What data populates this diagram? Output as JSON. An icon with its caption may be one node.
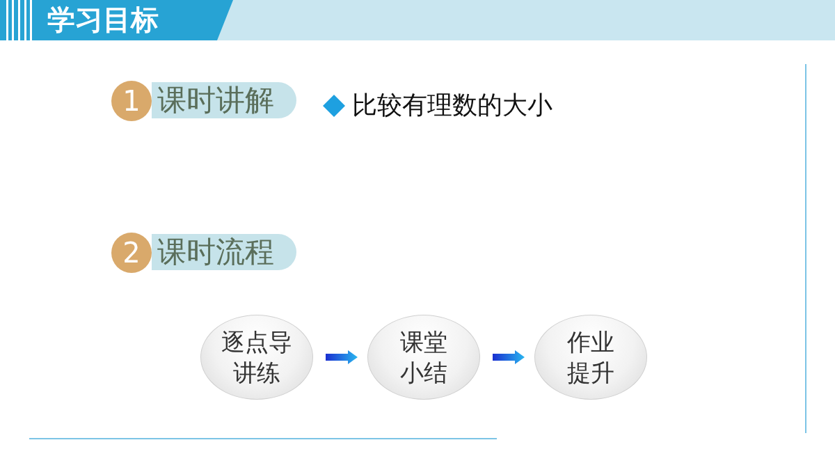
{
  "diagram": {
    "title": "学习目标",
    "nodes": [
      {
        "text": [
          "1"
        ]
      },
      {
        "text": [
          "课时讲解"
        ]
      },
      {
        "text": [
          "2"
        ]
      },
      {
        "text": [
          "课时流程"
        ]
      },
      {
        "text": [
          "逐点导讲练"
        ]
      },
      {
        "text": [
          "课堂小结"
        ]
      },
      {
        "text": [
          "作业提升"
        ]
      }
    ],
    "edges": [
      {
        "from": 4,
        "to": 5,
        "arrow": "to"
      },
      {
        "from": 5,
        "to": 6,
        "arrow": "to"
      }
    ],
    "labels": [
      "比较有理数的大小"
    ]
  }
}
